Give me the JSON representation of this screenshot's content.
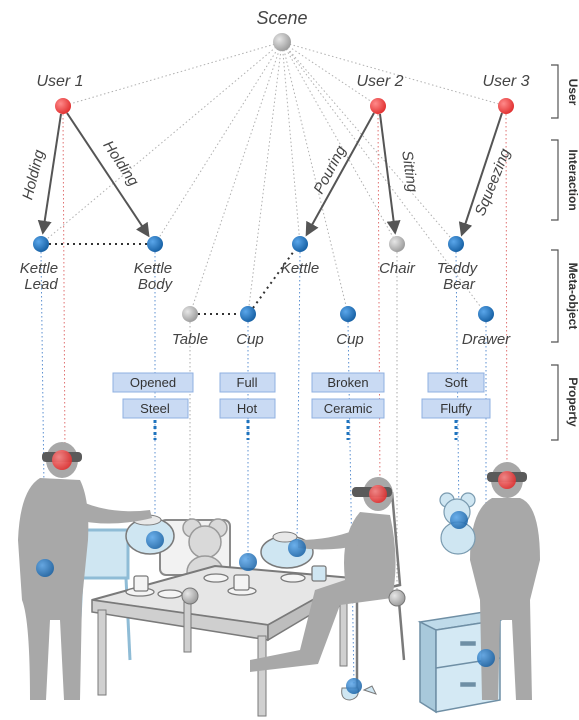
{
  "root": {
    "label": "Scene"
  },
  "users": [
    {
      "label": "User 1"
    },
    {
      "label": "User 2"
    },
    {
      "label": "User 3"
    }
  ],
  "objects": {
    "kettle_lead": [
      "Kettle",
      "Lead"
    ],
    "kettle_body": [
      "Kettle",
      "Body"
    ],
    "kettle": "Kettle",
    "chair": "Chair",
    "teddy_bear": [
      "Teddy",
      "Bear"
    ],
    "table": "Table",
    "cup_1": "Cup",
    "cup_2": "Cup",
    "drawer": "Drawer"
  },
  "interactions": {
    "u1_lead": "Holding",
    "u1_body": "Holding",
    "u2_kettle": "Pouring",
    "u2_chair": "Sitting",
    "u3_bear": "Squeezing"
  },
  "properties": {
    "kettle_body": [
      "Opened",
      "Steel"
    ],
    "cup_1": [
      "Full",
      "Hot"
    ],
    "cup_2": [
      "Broken",
      "Ceramic"
    ],
    "teddy_bear": [
      "Soft",
      "Fluffy"
    ]
  },
  "levels": [
    "User",
    "Interaction",
    "Meta-object",
    "Property"
  ],
  "colors": {
    "user": "#f04a4a",
    "object": "#1e73be",
    "neutral": "#b3b3b3",
    "property_fill": "#c9daf3",
    "property_stroke": "#8fb0e0"
  }
}
